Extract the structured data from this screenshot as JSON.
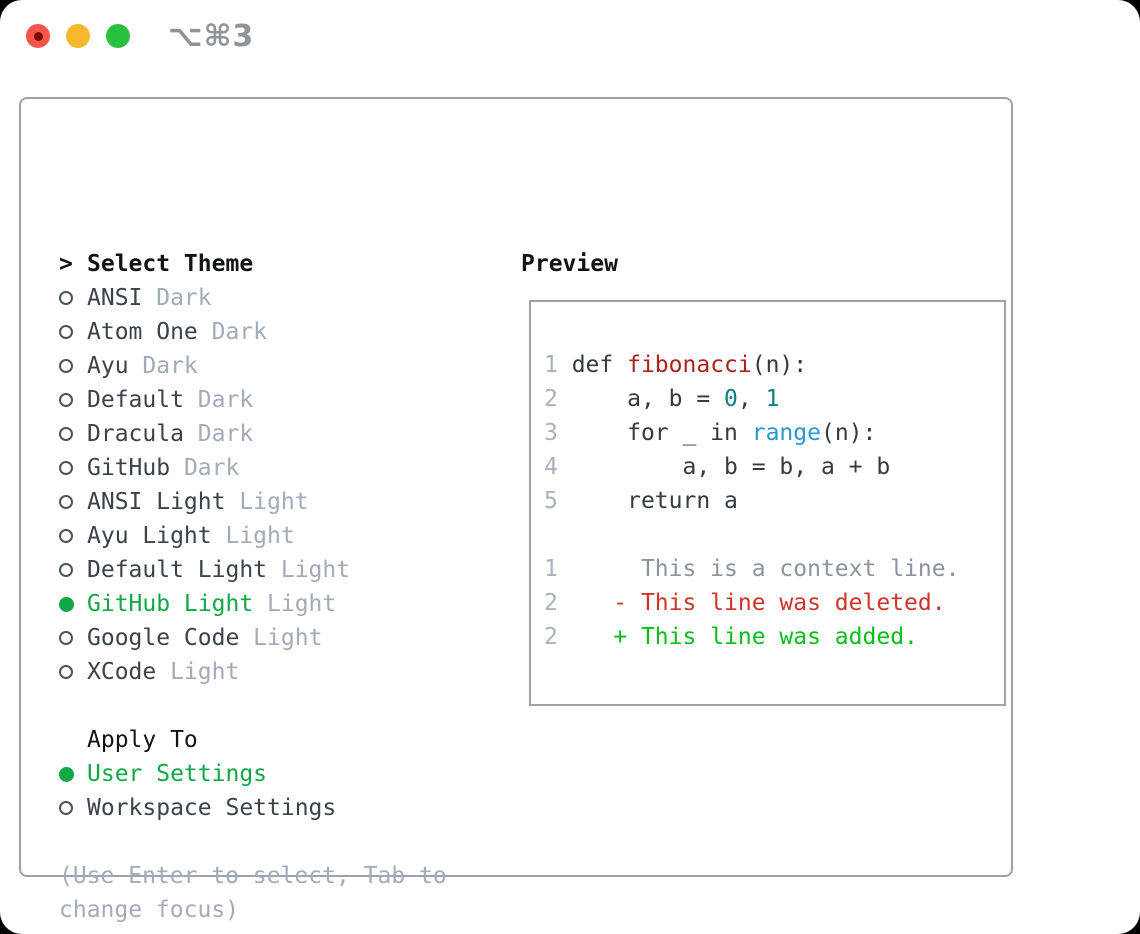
{
  "window": {
    "shortcut": "⌥⌘3",
    "traffic_lights": [
      {
        "name": "close",
        "color": "#f4564d",
        "dot": "#7c0b06"
      },
      {
        "name": "minimize",
        "color": "#f9b82b"
      },
      {
        "name": "maximize",
        "color": "#2bc140"
      }
    ]
  },
  "colors": {
    "panel_border": "#99a2ad",
    "heading": "#101317",
    "item_text": "#3a424b",
    "muted": "#a2abb7",
    "selected_green": "#10a847",
    "radio_ring": "#4a525b",
    "num": "#a9b2bc",
    "code": "#333a42",
    "func": "#ab231b",
    "number": "#0b7f87",
    "builtin": "#2997d0",
    "context": "#8b949e",
    "deleted": "#ce3428",
    "added": "#0abd1c",
    "shortcut": "#8f949a"
  },
  "theme_panel": {
    "cursor": ">",
    "title": "Select Theme",
    "items": [
      {
        "name": "ANSI",
        "variant": "Dark",
        "selected": false
      },
      {
        "name": "Atom One",
        "variant": "Dark",
        "selected": false
      },
      {
        "name": "Ayu",
        "variant": "Dark",
        "selected": false
      },
      {
        "name": "Default",
        "variant": "Dark",
        "selected": false
      },
      {
        "name": "Dracula",
        "variant": "Dark",
        "selected": false
      },
      {
        "name": "GitHub",
        "variant": "Dark",
        "selected": false
      },
      {
        "name": "ANSI Light",
        "variant": "Light",
        "selected": false
      },
      {
        "name": "Ayu Light",
        "variant": "Light",
        "selected": false
      },
      {
        "name": "Default Light",
        "variant": "Light",
        "selected": false
      },
      {
        "name": "GitHub Light",
        "variant": "Light",
        "selected": true
      },
      {
        "name": "Google Code",
        "variant": "Light",
        "selected": false
      },
      {
        "name": "XCode",
        "variant": "Light",
        "selected": false
      }
    ],
    "apply_to": {
      "title": "Apply To",
      "options": [
        {
          "name": "User Settings",
          "selected": true
        },
        {
          "name": "Workspace Settings",
          "selected": false
        }
      ]
    },
    "hint": "(Use Enter to select, Tab to change focus)"
  },
  "preview": {
    "title": "Preview",
    "lines": [
      {
        "num": "1",
        "tokens": [
          [
            " def ",
            "code"
          ],
          [
            "fibonacci",
            "func"
          ],
          [
            "(n):",
            "code"
          ]
        ]
      },
      {
        "num": "2",
        "tokens": [
          [
            "     a, b = ",
            "code"
          ],
          [
            "0",
            "number"
          ],
          [
            ", ",
            "code"
          ],
          [
            "1",
            "number"
          ]
        ]
      },
      {
        "num": "3",
        "tokens": [
          [
            "     for _ in ",
            "code"
          ],
          [
            "range",
            "builtin"
          ],
          [
            "(n):",
            "code"
          ]
        ]
      },
      {
        "num": "4",
        "tokens": [
          [
            "         a, b = b, a + b",
            "code"
          ]
        ]
      },
      {
        "num": "5",
        "tokens": [
          [
            "     return a",
            "code"
          ]
        ]
      },
      {
        "num": "",
        "tokens": []
      },
      {
        "num": "1",
        "tokens": [
          [
            "      This is a context line.",
            "context"
          ]
        ]
      },
      {
        "num": "2",
        "tokens": [
          [
            "    - This line was deleted.",
            "deleted"
          ]
        ]
      },
      {
        "num": "2",
        "tokens": [
          [
            "    + This line was added.",
            "added"
          ]
        ]
      }
    ]
  }
}
